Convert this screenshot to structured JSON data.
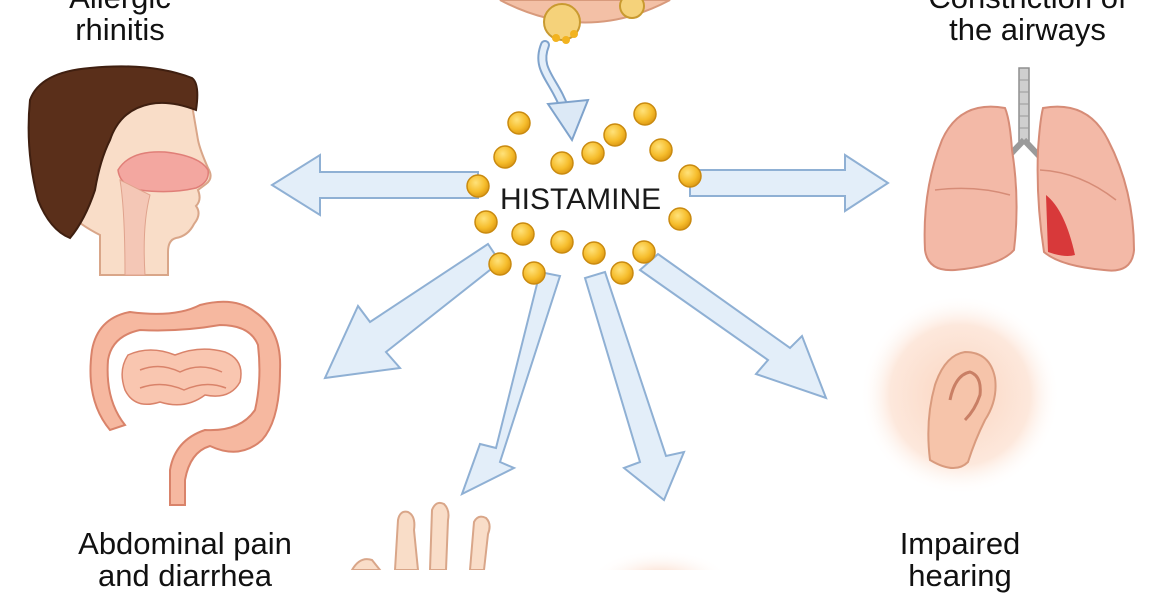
{
  "labels": {
    "allergic_rhinitis": [
      "Allergic",
      "rhinitis"
    ],
    "airways": [
      "Constriction of",
      "the airways"
    ],
    "abdominal": [
      "Abdominal pain",
      "and diarrhea"
    ],
    "hearing": [
      "Impaired",
      "hearing"
    ]
  },
  "center": {
    "text": "HISTAMINE"
  },
  "colors": {
    "arrow_fill": "#dce9f6",
    "arrow_stroke": "#7fa3cc",
    "granule": "#f2b31f",
    "skin": "#f9ddc8",
    "hair": "#5a2f1a",
    "lung": "#f3b9a7",
    "intestine": "#f6b8a0"
  }
}
